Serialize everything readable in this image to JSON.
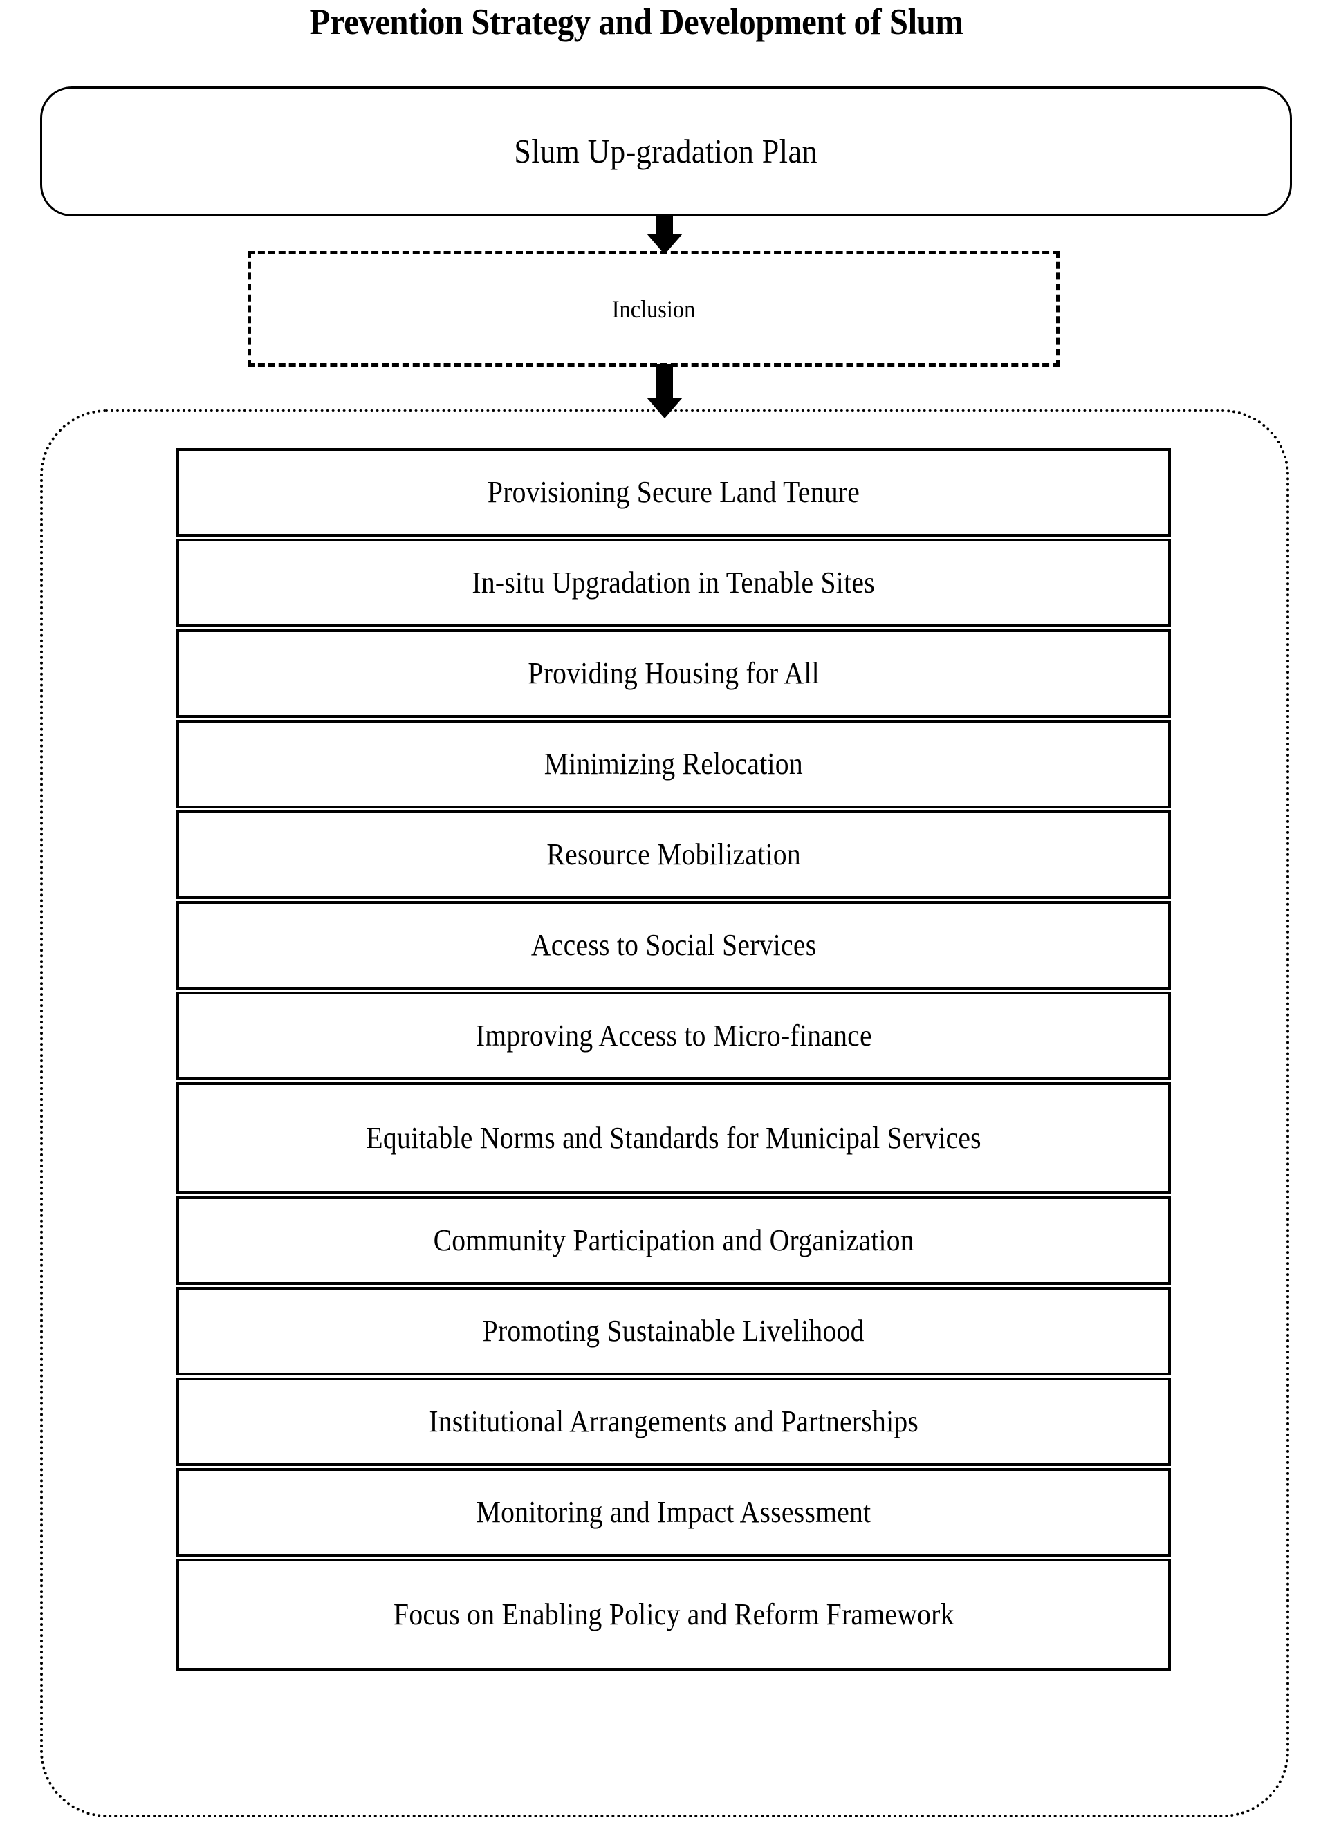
{
  "title": "Prevention Strategy and Development of Slum",
  "root_node": {
    "label": "Slum Up-gradation  Plan",
    "shape": "rounded-rectangle",
    "border_style": "solid"
  },
  "connector_1": {
    "name": "arrow-down",
    "from": "Slum Up-gradation  Plan",
    "to": "Inclusion"
  },
  "inclusion_node": {
    "label": "Inclusion",
    "shape": "rectangle",
    "border_style": "dashed"
  },
  "connector_2": {
    "name": "arrow-down",
    "from": "Inclusion",
    "to": "Strategy list"
  },
  "strategy_container": {
    "shape": "rounded-rectangle",
    "border_style": "dotted"
  },
  "strategy_items": [
    {
      "label": "Provisioning  Secure Land Tenure",
      "lines": 1
    },
    {
      "label": "In-situ Upgradation in Tenable  Sites",
      "lines": 1
    },
    {
      "label": "Providing Housing  for All",
      "lines": 1
    },
    {
      "label": "Minimizing  Relocation",
      "lines": 1
    },
    {
      "label": "Resource Mobilization",
      "lines": 1
    },
    {
      "label": "Access to Social Services",
      "lines": 1
    },
    {
      "label": "Improving Access to Micro-finance",
      "lines": 1
    },
    {
      "label": "Equitable  Norms and Standards for Municipal Services",
      "lines": 2
    },
    {
      "label": "Community  Participation  and Organization",
      "lines": 1
    },
    {
      "label": "Promoting Sustainable  Livelihood",
      "lines": 1
    },
    {
      "label": "Institutional  Arrangements  and Partnerships",
      "lines": 1
    },
    {
      "label": "Monitoring  and Impact Assessment",
      "lines": 1
    },
    {
      "label": "Focus on Enabling  Policy and Reform Framework",
      "lines": 2
    }
  ],
  "colors": {
    "ink": "#000000",
    "paper": "#ffffff"
  }
}
